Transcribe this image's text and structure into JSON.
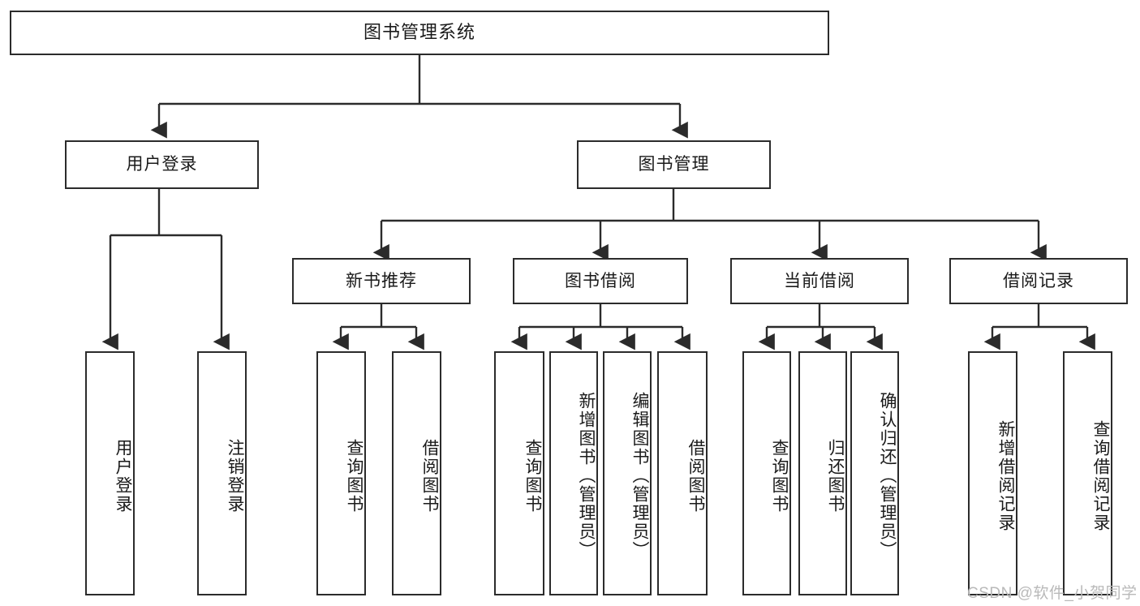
{
  "diagram": {
    "type": "tree",
    "title": "图书管理系统",
    "stroke_color": "#2b2b2b",
    "background_color": "#ffffff",
    "text_color": "#1a1a1a",
    "nodes": {
      "root": {
        "label": "图书管理系统"
      },
      "level2": [
        {
          "label": "用户登录"
        },
        {
          "label": "图书管理"
        }
      ],
      "level3": [
        {
          "label": "新书推荐"
        },
        {
          "label": "图书借阅"
        },
        {
          "label": "当前借阅"
        },
        {
          "label": "借阅记录"
        }
      ],
      "leaves": {
        "user_login": [
          {
            "label": "用户登录"
          },
          {
            "label": "注销登录"
          }
        ],
        "new_book": [
          {
            "label": "查询图书"
          },
          {
            "label": "借阅图书"
          }
        ],
        "borrow_book": [
          {
            "label": "查询图书"
          },
          {
            "label": "新增图书（管理员）"
          },
          {
            "label": "编辑图书（管理员）"
          },
          {
            "label": "借阅图书"
          }
        ],
        "current_borrow": [
          {
            "label": "查询图书"
          },
          {
            "label": "归还图书"
          },
          {
            "label": "确认归还（管理员）"
          }
        ],
        "borrow_record": [
          {
            "label": "新增借阅记录"
          },
          {
            "label": "查询借阅记录"
          }
        ]
      }
    }
  },
  "watermark": {
    "text": "CSDN @软件_小贺同学"
  }
}
